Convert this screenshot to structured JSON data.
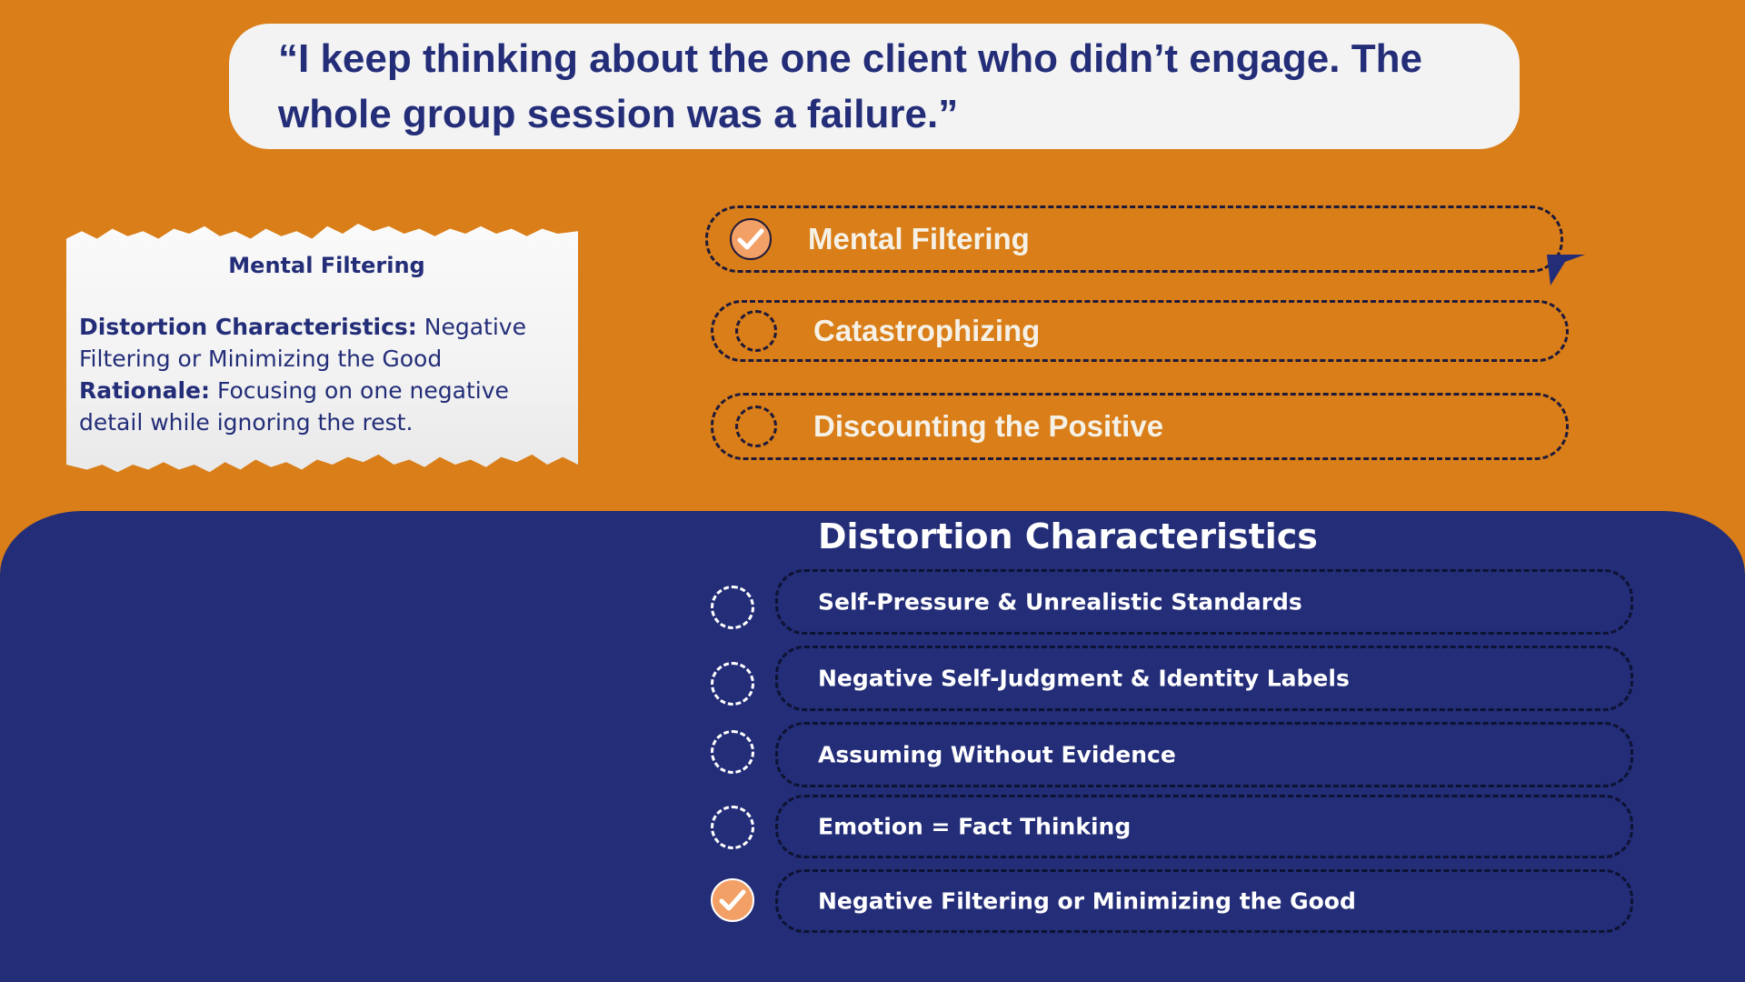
{
  "quote": {
    "text": "“I keep thinking about the one client who didn’t engage. The whole group session was a failure.”"
  },
  "note": {
    "title": "Mental Filtering",
    "characteristics_label": "Distortion Characteristics:",
    "characteristics_value": "Negative Filtering or Minimizing the Good",
    "rationale_label": "Rationale:",
    "rationale_value": "Focusing on one negative detail while ignoring the rest."
  },
  "distortion_options": [
    {
      "label": "Mental Filtering",
      "checked": true
    },
    {
      "label": "Catastrophizing",
      "checked": false
    },
    {
      "label": "Discounting the Positive",
      "checked": false
    }
  ],
  "characteristics": {
    "title": "Distortion Characteristics",
    "items": [
      {
        "label": "Self-Pressure & Unrealistic Standards",
        "checked": false
      },
      {
        "label": "Negative Self-Judgment & Identity Labels",
        "checked": false
      },
      {
        "label": "Assuming Without Evidence",
        "checked": false
      },
      {
        "label": "Emotion = Fact Thinking",
        "checked": false
      },
      {
        "label": "Negative Filtering or Minimizing the Good",
        "checked": true
      }
    ]
  },
  "colors": {
    "background_orange": "#D97E18",
    "navy": "#232D78",
    "check_fill": "#F2A065",
    "quote_bg": "#F3F3F3"
  },
  "icons": {
    "check": "check-icon",
    "cursor": "cursor-arrow-icon"
  }
}
